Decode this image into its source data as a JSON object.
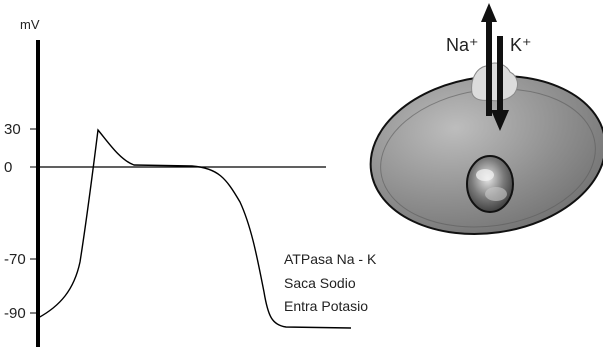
{
  "axis": {
    "unit": "mV",
    "ticks": [
      "30",
      "0",
      "-70",
      "-90"
    ]
  },
  "ions": {
    "sodium": "Na⁺",
    "potassium": "K⁺"
  },
  "pump_note": {
    "lines": [
      "ATPasa Na - K",
      "Saca Sodio",
      "Entra Potasio"
    ]
  }
}
